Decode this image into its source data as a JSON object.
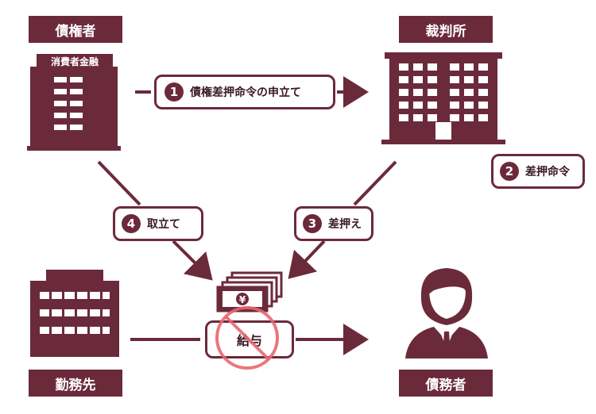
{
  "creditor": {
    "label": "債権者",
    "sublabel": "消費者金融"
  },
  "court": {
    "label": "裁判所"
  },
  "employer": {
    "label": "勤務先"
  },
  "debtor": {
    "label": "債務者"
  },
  "steps": [
    {
      "number": "1",
      "text": "債権差押命令の申立て"
    },
    {
      "number": "2",
      "text": "差押命令"
    },
    {
      "number": "3",
      "text": "差押え"
    },
    {
      "number": "4",
      "text": "取立て"
    }
  ],
  "salary": {
    "label": "給与",
    "money_symbol": "¥"
  },
  "colors": {
    "primary": "#6b2a3a",
    "prohibit": "#e8676f"
  }
}
